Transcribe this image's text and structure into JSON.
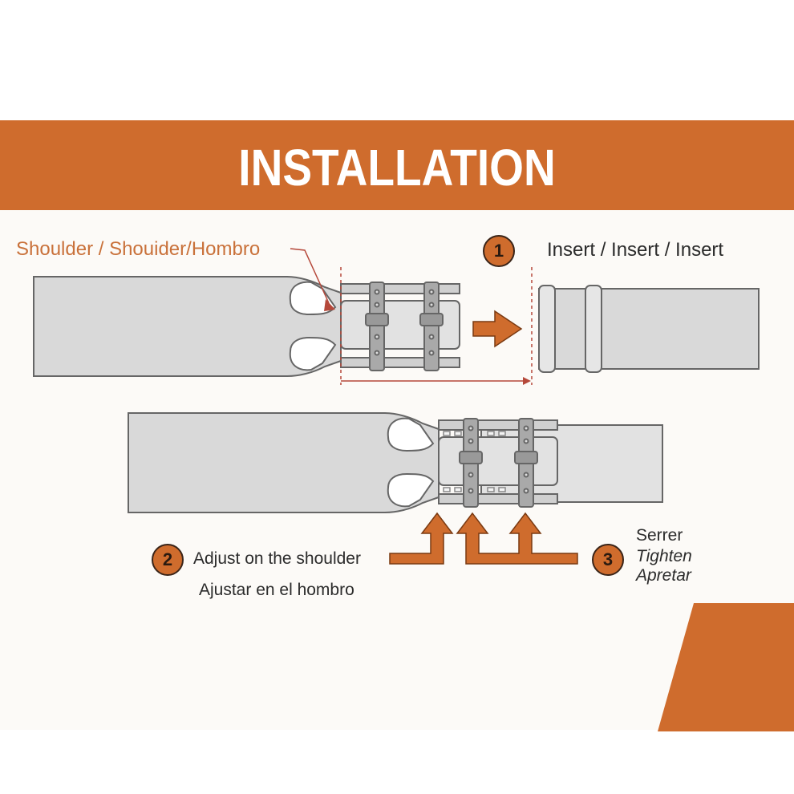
{
  "header": {
    "title": "INSTALLATION"
  },
  "labels": {
    "shoulder": "Shoulder / Shouider/Hombro",
    "insert": "Insert / Insert / Insert",
    "adjust_en": "Adjust on the shoulder",
    "adjust_es": "Ajustar en el hombro",
    "serrer": "Serrer",
    "tighten": "Tighten",
    "apretar": "Apretar"
  },
  "steps": {
    "one": "1",
    "two": "2",
    "three": "3"
  },
  "colors": {
    "accent": "#cf6c2d",
    "part_fill": "#d9d9d9",
    "part_stroke": "#666666",
    "strap_fill": "#a9a9a9",
    "guide_line": "#b5483a"
  }
}
